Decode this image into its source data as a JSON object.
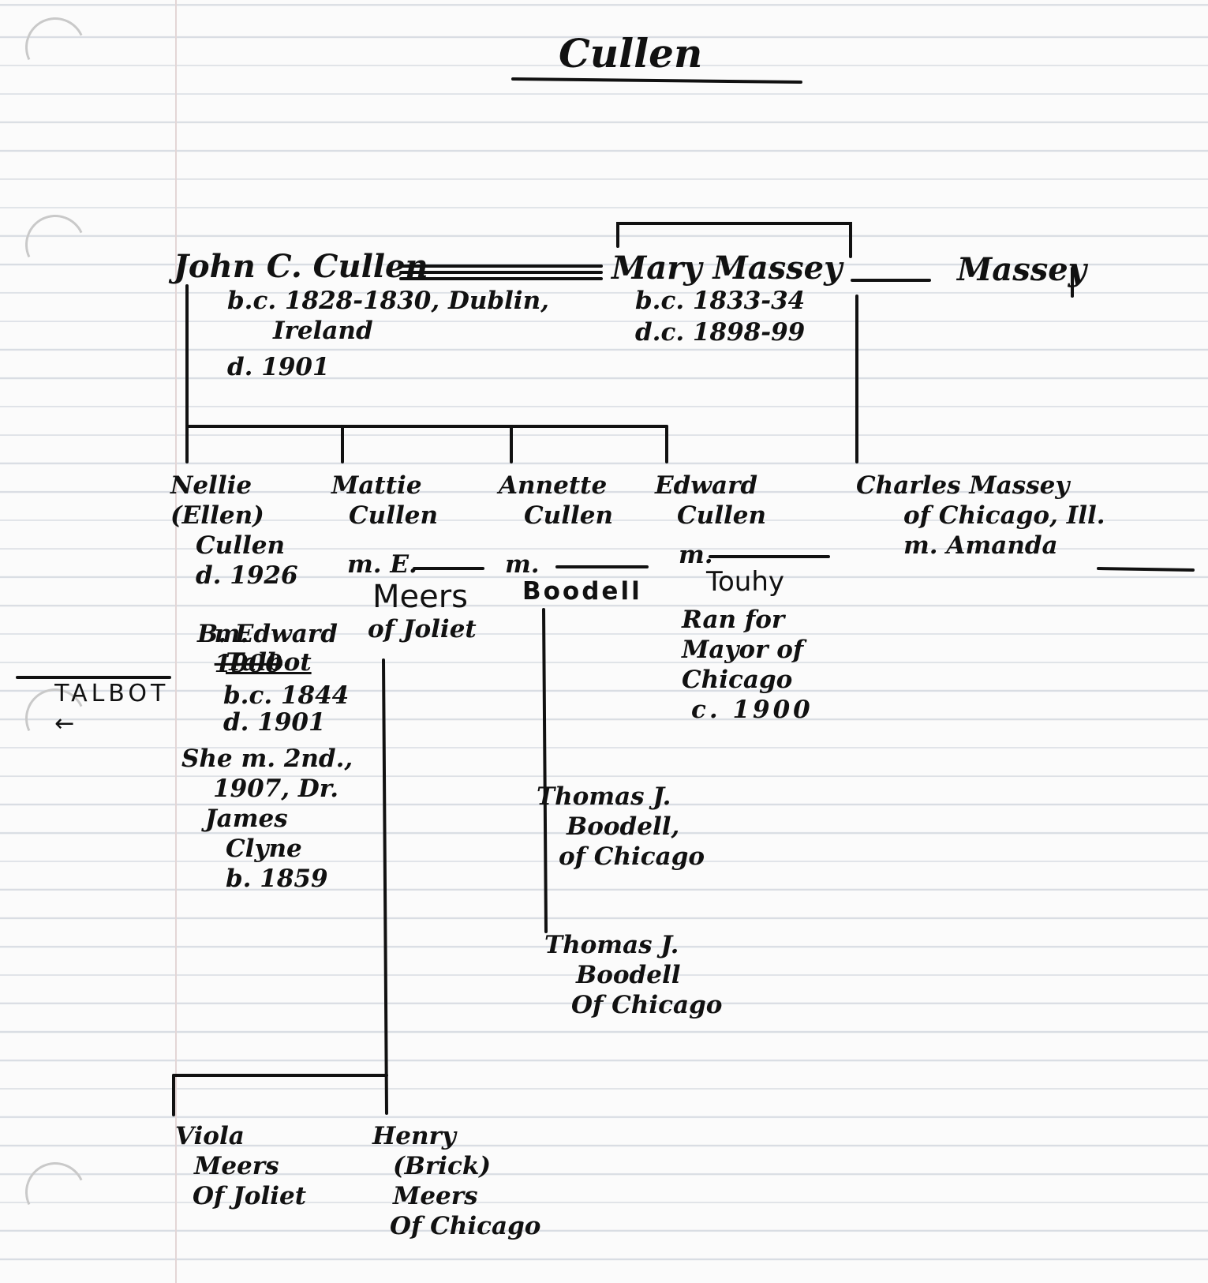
{
  "title": "Cullen",
  "people": {
    "john": {
      "name": "John C. Cullen",
      "details": [
        "b.c. 1828-1830, Dublin,",
        "Ireland",
        "d. 1901"
      ]
    },
    "mary": {
      "name": "Mary Massey",
      "details": [
        "b.c. 1833-34",
        "d.c. 1898-99"
      ]
    },
    "massey": {
      "name": "Massey"
    },
    "charles": {
      "lines": [
        "Charles Massey",
        "of Chicago, Ill.",
        "m. Amanda"
      ]
    },
    "nellie": {
      "lines": [
        "Nellie",
        "(Ellen)",
        "Cullen",
        "d. 1926"
      ],
      "marriage_prefix": "m.",
      "marriage_struck": "1900",
      "spouse_lines": [
        "B. Edward"
      ],
      "spouse_surname": "Talbot",
      "spouse_dates": [
        "b.c. 1844",
        "d. 1901"
      ],
      "second_marriage": [
        "She m. 2nd.,",
        "1907, Dr.",
        "James",
        "Clyne",
        "b. 1859"
      ]
    },
    "talbot_ref": {
      "label": "TALBOT",
      "arrow": "←"
    },
    "mattie": {
      "lines": [
        "Mattie",
        "Cullen"
      ],
      "marriage": "m. E.",
      "spouse": "Meers",
      "spouse_place": "of Joliet"
    },
    "annette": {
      "lines": [
        "Annette",
        "Cullen"
      ],
      "marriage": "m.",
      "spouse": "Boodell"
    },
    "edward": {
      "lines": [
        "Edward",
        "Cullen"
      ],
      "marriage": "m.",
      "spouse": "Touhy",
      "notes": [
        "Ran for",
        "Mayor of",
        "Chicago",
        "c. 1900"
      ]
    },
    "thomas1": {
      "lines": [
        "Thomas J.",
        "Boodell,",
        "of Chicago"
      ]
    },
    "thomas2": {
      "lines": [
        "Thomas J.",
        "Boodell",
        "Of Chicago"
      ]
    },
    "viola": {
      "lines": [
        "Viola",
        "Meers",
        "Of Joliet"
      ]
    },
    "henry": {
      "lines": [
        "Henry",
        "(Brick)",
        "Meers",
        "Of Chicago"
      ]
    }
  }
}
